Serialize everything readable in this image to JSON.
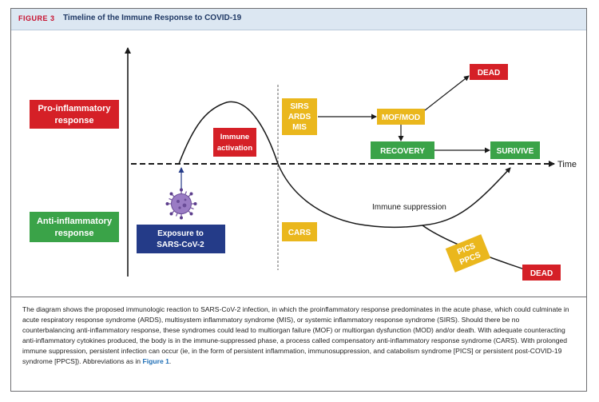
{
  "figure": {
    "number": "FIGURE 3",
    "title": "Timeline of the Immune Response to COVID-19"
  },
  "diagram": {
    "pro_inflammatory": [
      "Pro-inflammatory",
      "response"
    ],
    "anti_inflammatory": [
      "Anti-inflammatory",
      "response"
    ],
    "immune_activation": [
      "Immune",
      "activation"
    ],
    "exposure": [
      "Exposure to",
      "SARS-CoV-2"
    ],
    "sirs_ards_mis": [
      "SIRS",
      "ARDS",
      "MIS"
    ],
    "cars": "CARS",
    "mof_mod": "MOF/MOD",
    "recovery": "RECOVERY",
    "surivive": "SURIVIVE",
    "dead_top": "DEAD",
    "dead_bottom": "DEAD",
    "pics_ppcs": [
      "PICS",
      "PPCS"
    ],
    "immune_suppression": "Immune suppression",
    "time_label": "Time",
    "colors": {
      "red": "#d52027",
      "green": "#3aa348",
      "yellow": "#eab71d",
      "navy": "#243b88",
      "virus": "#7a5aa6"
    }
  },
  "caption": {
    "text": "The diagram shows the proposed immunologic reaction to SARS-CoV-2 infection, in which the proinflammatory response predominates in the acute phase, which could culminate in acute respiratory response syndrome (ARDS), multisystem inflammatory syndrome (MIS), or systemic inflammatory response syndrome (SIRS). Should there be no counterbalancing anti-inflammatory response, these syndromes could lead to multiorgan failure (MOF) or multiorgan dysfunction (MOD) and/or death. With adequate counteracting anti-inflammatory cytokines produced, the body is in the immune-suppressed phase, a process called compensatory anti-inflammatory response syndrome (CARS). With prolonged immune suppression, persistent infection can occur (ie, in the form of persistent inflammation, immunosuppression, and catabolism syndrome [PICS] or persistent post-COVID-19 syndrome [PPCS]). Abbreviations as in ",
    "link": "Figure 1",
    "end": "."
  }
}
